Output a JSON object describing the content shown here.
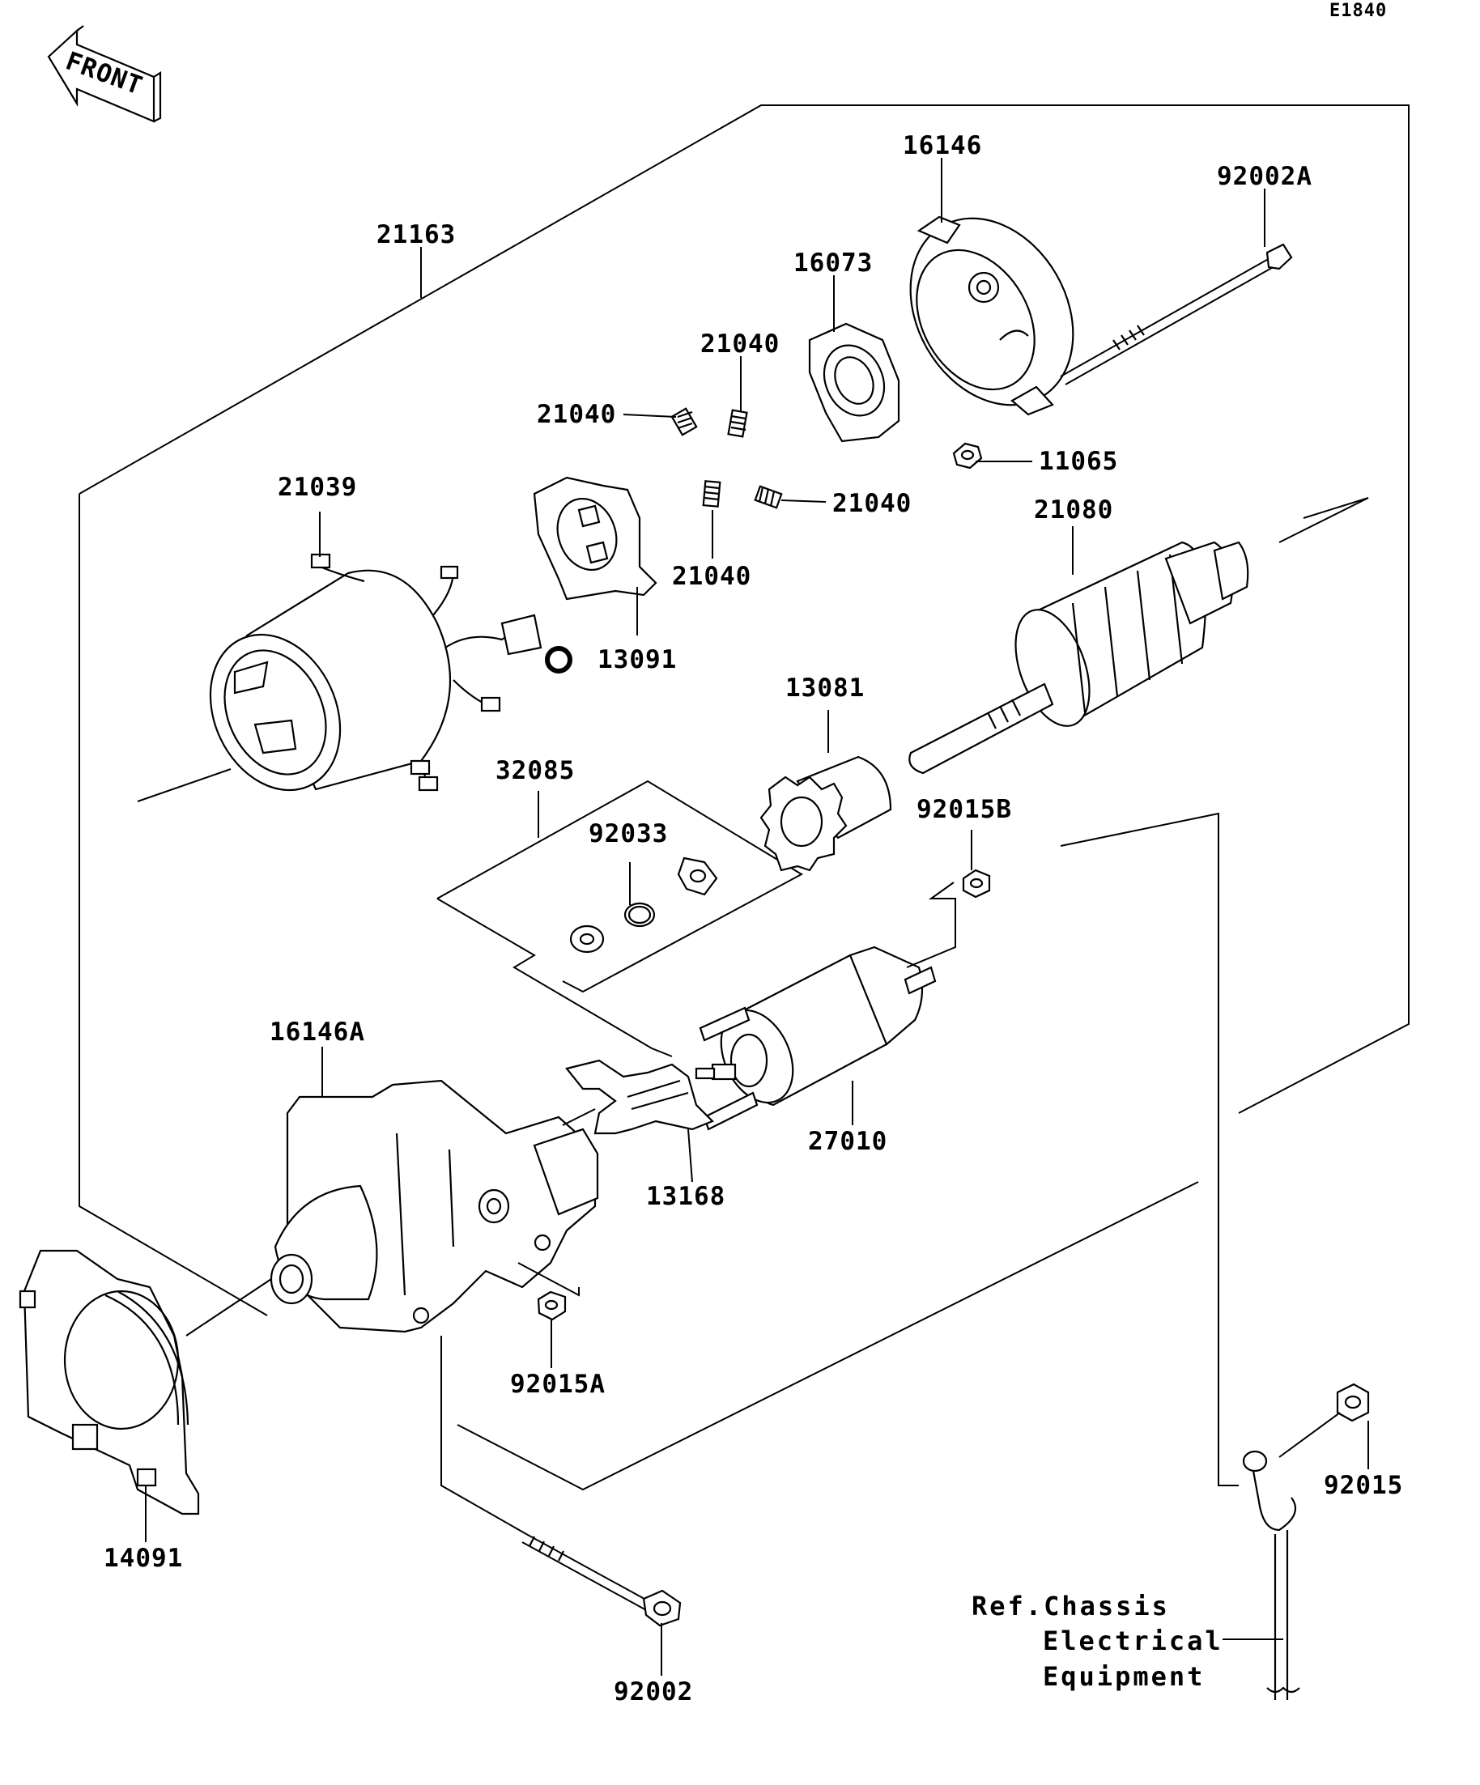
{
  "diagram_code": "E1840",
  "front_arrow": {
    "text": "FRONT",
    "icon": "front-direction-arrow-icon"
  },
  "labels": {
    "p16146": "16146",
    "p92002A": "92002A",
    "p21163": "21163",
    "p16073": "16073",
    "p21040_top": "21040",
    "p21040_left": "21040",
    "p21040_right": "21040",
    "p21040_bottom": "21040",
    "p11065": "11065",
    "p21039": "21039",
    "p21080": "21080",
    "p13091": "13091",
    "p13081": "13081",
    "p32085": "32085",
    "p92033": "92033",
    "p92015B": "92015B",
    "p16146A": "16146A",
    "p27010": "27010",
    "p13168": "13168",
    "p92015A": "92015A",
    "p92015": "92015",
    "p14091": "14091",
    "p92002": "92002"
  },
  "reference_note": [
    "Ref.Chassis",
    "Electrical",
    "Equipment"
  ]
}
